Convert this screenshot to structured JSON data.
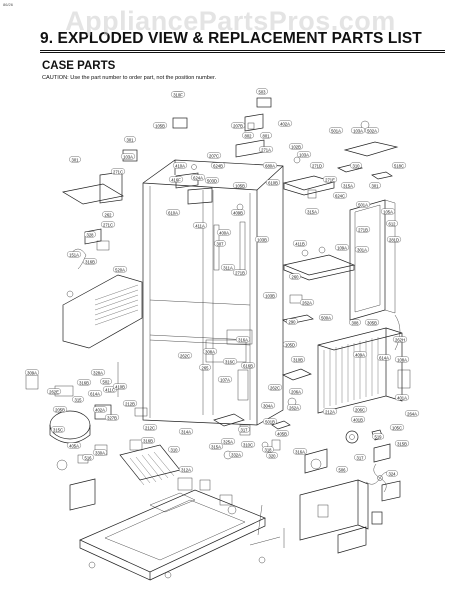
{
  "page": {
    "number": "86/26",
    "watermark": "AppliancePartsPros.com",
    "title": "9. EXPLODED VIEW & REPLACEMENT PARTS LIST",
    "section": "CASE PARTS",
    "caution": "CAUTION:  Use the part number to order part, not the position number."
  },
  "callouts": [
    "500",
    "503",
    "105B",
    "207B",
    "802",
    "801",
    "402A",
    "271A",
    "301",
    "103A",
    "207C",
    "102B",
    "501A",
    "103A",
    "502A",
    "301",
    "271C",
    "410A",
    "624B",
    "680A",
    "103A",
    "271D",
    "310",
    "518C",
    "416F",
    "624A",
    "503D",
    "105B",
    "610B",
    "271E",
    "315A",
    "301",
    "624C",
    "501A",
    "105A",
    "262",
    "409B",
    "610A",
    "411A",
    "315A",
    "612",
    "271C",
    "271B",
    "281D",
    "400A",
    "109A",
    "328",
    "151A",
    "307",
    "103B",
    "311A",
    "411B",
    "301A",
    "316B",
    "520A",
    "271B",
    "260",
    "103B",
    "262A",
    "500A",
    "308",
    "290",
    "305B",
    "316A",
    "308A",
    "316C",
    "105D",
    "262H",
    "262C",
    "265",
    "310B",
    "409A",
    "614A",
    "108A",
    "616B",
    "107A",
    "262C",
    "206A",
    "401A",
    "316B",
    "328A",
    "411C",
    "262E",
    "502",
    "410B",
    "309A",
    "304A",
    "212A",
    "206C",
    "315",
    "614A",
    "402A",
    "205B",
    "212B",
    "262A",
    "401B",
    "105C",
    "264A",
    "327B",
    "212C",
    "314A",
    "501B",
    "317",
    "405B",
    "325A",
    "310C",
    "315C",
    "316B",
    "519",
    "315B",
    "318",
    "316A",
    "317",
    "310",
    "320",
    "330A",
    "405A",
    "516",
    "506",
    "324",
    "315A",
    "312A",
    "332A",
    "310F"
  ]
}
